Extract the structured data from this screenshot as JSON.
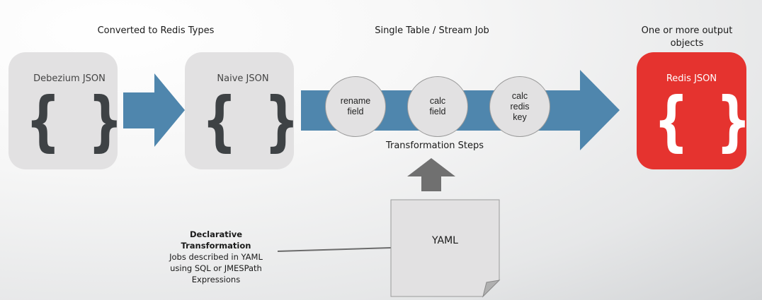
{
  "captions": {
    "converted": "Converted to Redis Types",
    "job": "Single Table / Stream Job",
    "output": "One or more output objects",
    "steps": "Transformation Steps"
  },
  "nodes": {
    "debezium": {
      "title": "Debezium JSON",
      "open": "{",
      "close": "}"
    },
    "naive": {
      "title": "Naive JSON",
      "open": "{",
      "close": "}"
    },
    "redis": {
      "title": "Redis JSON",
      "open": "{",
      "close": "}"
    }
  },
  "steps": [
    {
      "label": "rename\nfield"
    },
    {
      "label": "calc\nfield"
    },
    {
      "label": "calc\nredis\nkey"
    }
  ],
  "yaml": {
    "label": "YAML"
  },
  "note": {
    "title": "Declarative Transformation",
    "line1": "Jobs described in YAML",
    "line2": "using SQL or JMESPath",
    "line3": "Expressions"
  },
  "colors": {
    "arrow": "#4f86ad",
    "box": "#e2e1e2",
    "redis": "#e5332f",
    "upArrow": "#707070"
  }
}
